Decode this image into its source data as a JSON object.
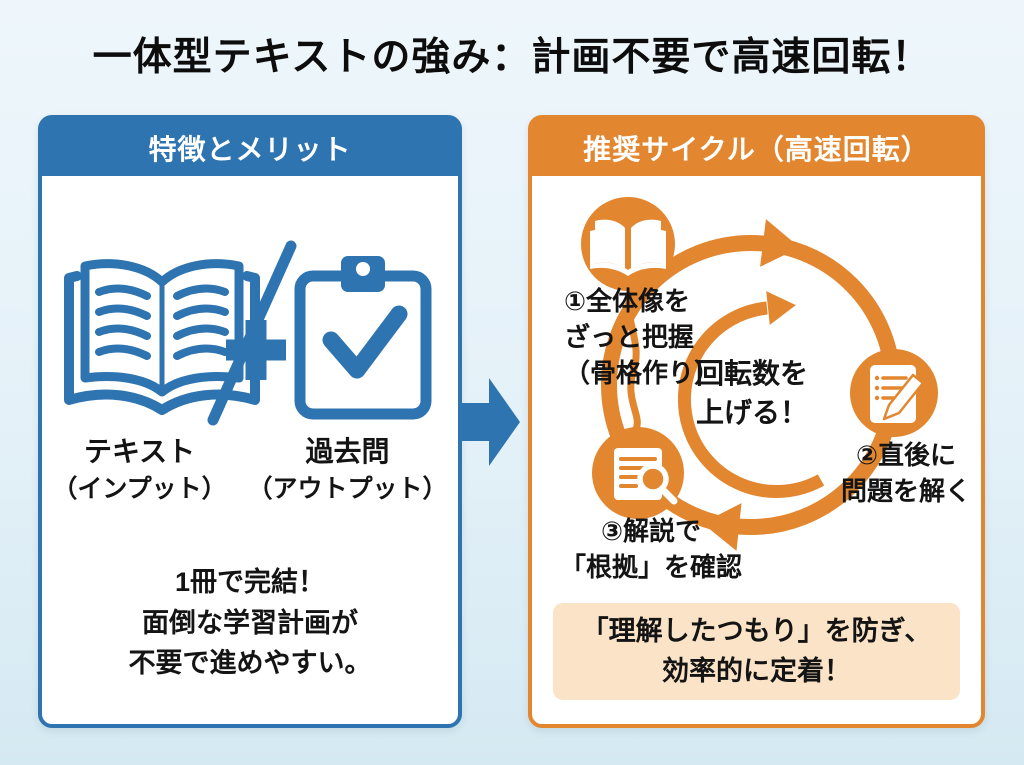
{
  "title": "一体型テキストの強み：計画不要で高速回転！",
  "colors": {
    "panel_blue": "#2e74b0",
    "panel_orange": "#e2862f",
    "takeaway_peach": "#fae3c7",
    "background_light_blue": "#e4f1f8",
    "text_black": "#141414"
  },
  "left_panel": {
    "header": "特徴とメリット",
    "icons": [
      "open-book-icon",
      "plus-icon",
      "pencil-slash-icon",
      "clipboard-check-icon"
    ],
    "items": [
      {
        "label": "テキスト",
        "sublabel": "（インプット）"
      },
      {
        "label": "過去問",
        "sublabel": "（アウトプット）"
      }
    ],
    "summary": "1冊で完結！\n面倒な学習計画が\n不要で進めやすい。"
  },
  "connector": {
    "icon": "right-arrow-icon"
  },
  "right_panel": {
    "header": "推奨サイクル（高速回転）",
    "center_text": "回転数を\n上げる！",
    "steps": [
      {
        "icon": "open-book-icon",
        "label": "①全体像を\nざっと把握\n（骨格作り）"
      },
      {
        "icon": "note-pencil-icon",
        "label": "②直後に\n問題を解く"
      },
      {
        "icon": "document-magnifier-icon",
        "label": "③解説で\n「根拠」を確認"
      }
    ],
    "takeaway": "「理解したつもり」を防ぎ、\n効率的に定着！"
  }
}
